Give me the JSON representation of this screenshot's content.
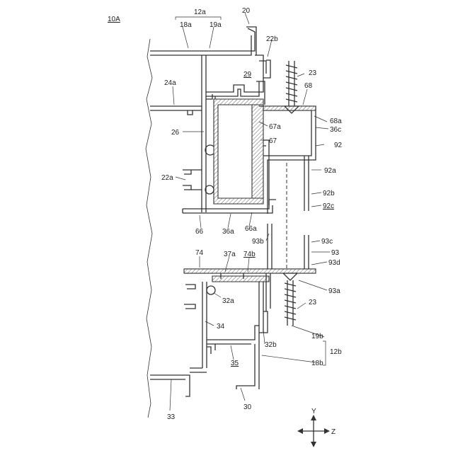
{
  "figure": {
    "title": "10A",
    "labels": {
      "l12a": "12a",
      "l18a": "18a",
      "l19a": "19a",
      "l20": "20",
      "l22b": "22b",
      "l29": "29",
      "l23_top": "23",
      "l68": "68",
      "l24a": "24a",
      "l68a": "68a",
      "l36c": "36c",
      "l67a": "67a",
      "l26": "26",
      "l67": "67",
      "l92": "92",
      "l92a": "92a",
      "l22a": "22a",
      "l92b": "92b",
      "l92c": "92c",
      "l66": "66",
      "l36a": "36a",
      "l66a": "66a",
      "l93c": "93c",
      "l93b": "93b",
      "l93": "93",
      "l74": "74",
      "l37a": "37a",
      "l74b": "74b",
      "l93d": "93d",
      "l93a": "93a",
      "l32a": "32a",
      "l23_bot": "23",
      "l34": "34",
      "l19b": "19b",
      "l32b": "32b",
      "l12b": "12b",
      "l35": "35",
      "l18b": "18b",
      "l33": "33",
      "l30": "30"
    },
    "axes": {
      "y": "Y",
      "z": "Z"
    }
  }
}
